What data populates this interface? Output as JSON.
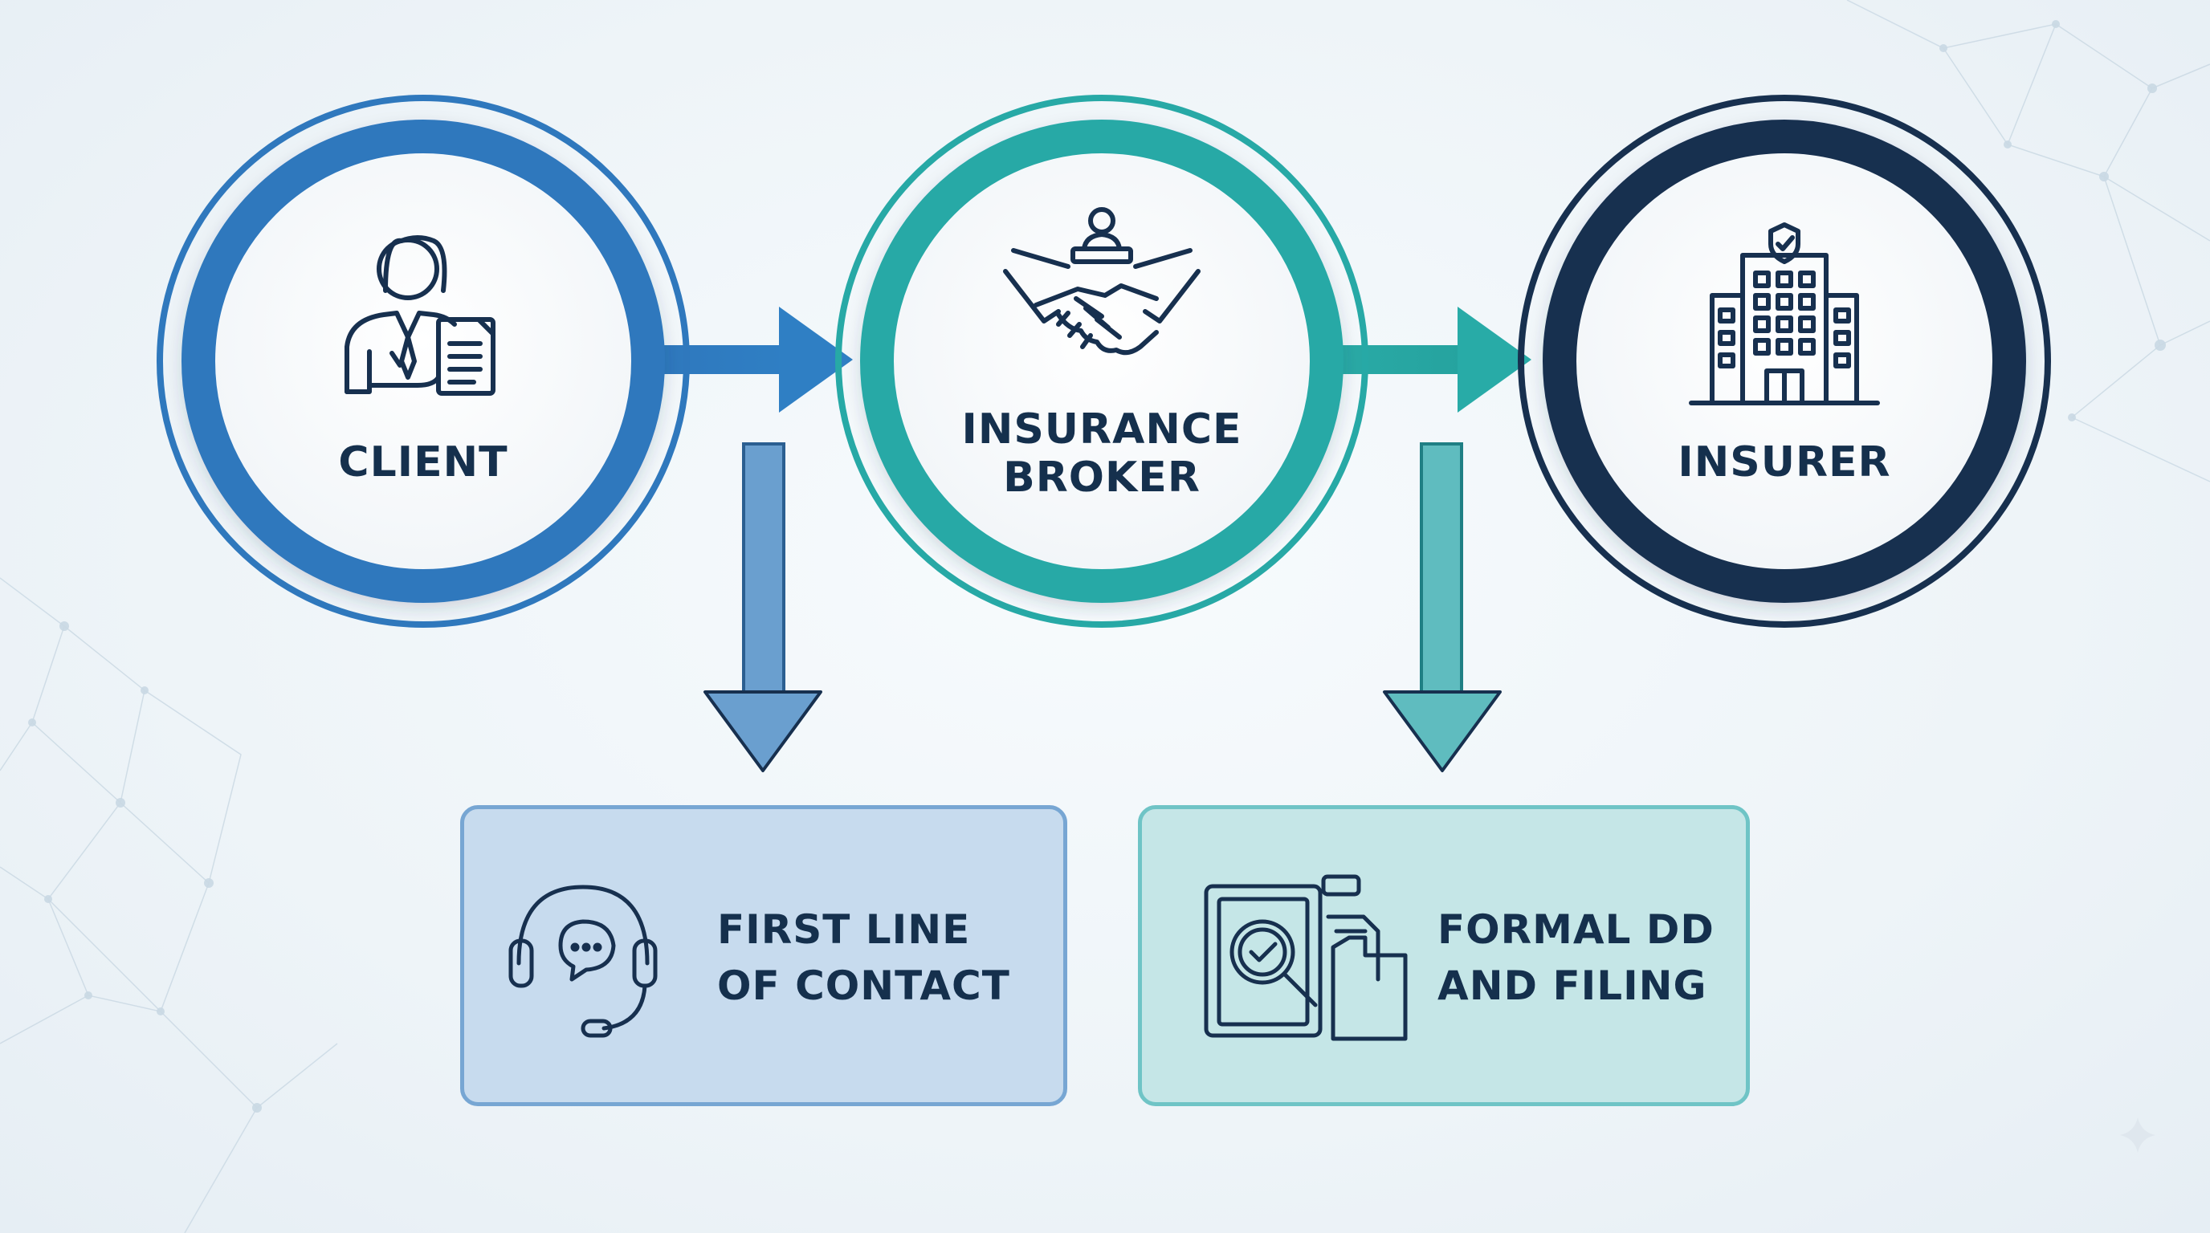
{
  "nodes": {
    "client": {
      "label": "CLIENT",
      "color": "#2f78bd",
      "icon": "person-document-icon"
    },
    "broker": {
      "line1": "INSURANCE",
      "line2": "BROKER",
      "color": "#27a9a6",
      "icon": "handshake-icon"
    },
    "insurer": {
      "label": "INSURER",
      "color": "#17304f",
      "icon": "building-shield-icon"
    }
  },
  "boxes": {
    "contact": {
      "line1": "FIRST LINE",
      "line2": "OF CONTACT",
      "color": "#2f78bd",
      "icon": "headset-chat-icon"
    },
    "filing": {
      "line1": "FORMAL DD",
      "line2": "AND FILING",
      "color": "#27a9a6",
      "icon": "clipboard-check-icon"
    }
  }
}
